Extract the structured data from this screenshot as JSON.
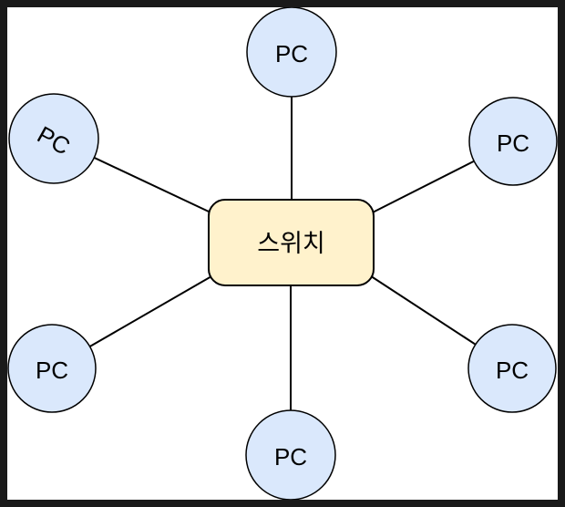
{
  "frame": {
    "color": "#1a1a1a",
    "background": "#ffffff"
  },
  "diagram": {
    "type": "star-topology",
    "switch": {
      "label": "스위치",
      "fill": "#fff2cc",
      "stroke": "#000000"
    },
    "node_style": {
      "fill": "#dae8fc",
      "stroke": "#000000"
    },
    "link_color": "#000000",
    "nodes": [
      {
        "position": "top",
        "label": "PC"
      },
      {
        "position": "top-left",
        "label": "PC"
      },
      {
        "position": "top-right",
        "label": "PC"
      },
      {
        "position": "bottom-left",
        "label": "PC"
      },
      {
        "position": "bottom-right",
        "label": "PC"
      },
      {
        "position": "bottom",
        "label": "PC"
      }
    ]
  }
}
